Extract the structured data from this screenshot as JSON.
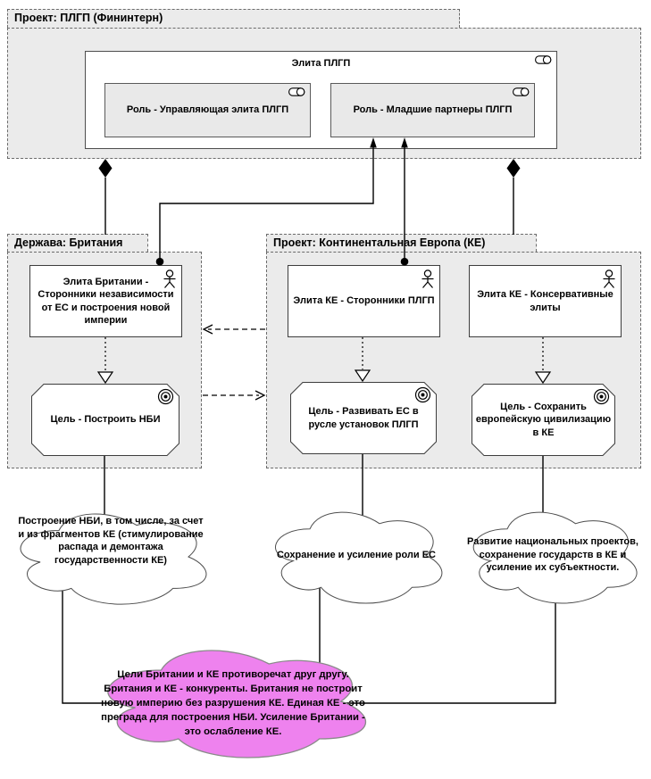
{
  "diagram": {
    "plgp_group": {
      "title": "Проект: ПЛГП (Фининтерн)"
    },
    "plgp_elite_box": {
      "title": "Элита ПЛГП"
    },
    "role_managing": {
      "label": "Роль - Управляющая элита ПЛГП"
    },
    "role_junior": {
      "label": "Роль - Младшие партнеры ПЛГП"
    },
    "britain_group": {
      "title": "Держава: Британия"
    },
    "ke_group": {
      "title": "Проект: Континентальная Европа (КЕ)"
    },
    "britain_elite": {
      "label": "Элита Британии -\nСторонники независимости\nот ЕС и построения новой\nимперии"
    },
    "ke_elite_supporters": {
      "label": "Элита КЕ - Сторонники ПЛГП"
    },
    "ke_elite_conservative": {
      "label": "Элита КЕ - Консервативные\nэлиты"
    },
    "goal_britain": {
      "label": "Цель - Построить НБИ"
    },
    "goal_ke_develop": {
      "label": "Цель - Развивать ЕС в\nрусле установок ПЛГП"
    },
    "goal_ke_preserve": {
      "label": "Цель - Сохранить\nевропейскую цивилизацию\nв КЕ"
    },
    "cloud_britain": {
      "text": "Построение НБИ, в том числе, за счет\nи из фрагментов КЕ (стимулирование\nраспада и демонтажа\nгосударственности КЕ)"
    },
    "cloud_ke_role": {
      "text": "Сохранение и усиление роли ЕС"
    },
    "cloud_ke_national": {
      "text": "Развитие национальных проектов,\nсохранение государств в КЕ и\nусиление их субъектности."
    },
    "cloud_conflict": {
      "text": "Цели Британии и КЕ противоречат друг другу.\nБритания и КЕ - конкуренты. Британия не построит\nновую империю без разрушения КЕ. Единая КЕ - это\nпреграда для построения НБИ. Усиление Британии -\nэто ослабление КЕ."
    },
    "colors": {
      "group_fill": "#ebebeb",
      "role_fill": "#e9e9e9",
      "node_fill": "#ffffff",
      "conflict_fill": "#ee82ee",
      "line": "#000000"
    },
    "icons": {
      "role": "role-icon",
      "actor": "actor-icon",
      "goal": "goal-target-icon",
      "composition": "composition-diamond-icon",
      "assignment": "assignment-ball-icon"
    }
  }
}
